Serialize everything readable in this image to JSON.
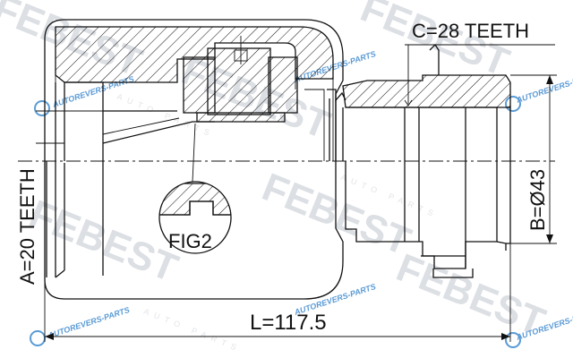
{
  "labels": {
    "teeth_outer": "C=28 TEETH",
    "teeth_inner": "A=20 TEETH",
    "diameter": "B=Ø43",
    "length": "L=117.5",
    "detail": "FIG2"
  },
  "watermark": {
    "brand": "FEBEST",
    "sub": "AUTO PARTS",
    "url": "AUTOREVERS-PARTS"
  }
}
